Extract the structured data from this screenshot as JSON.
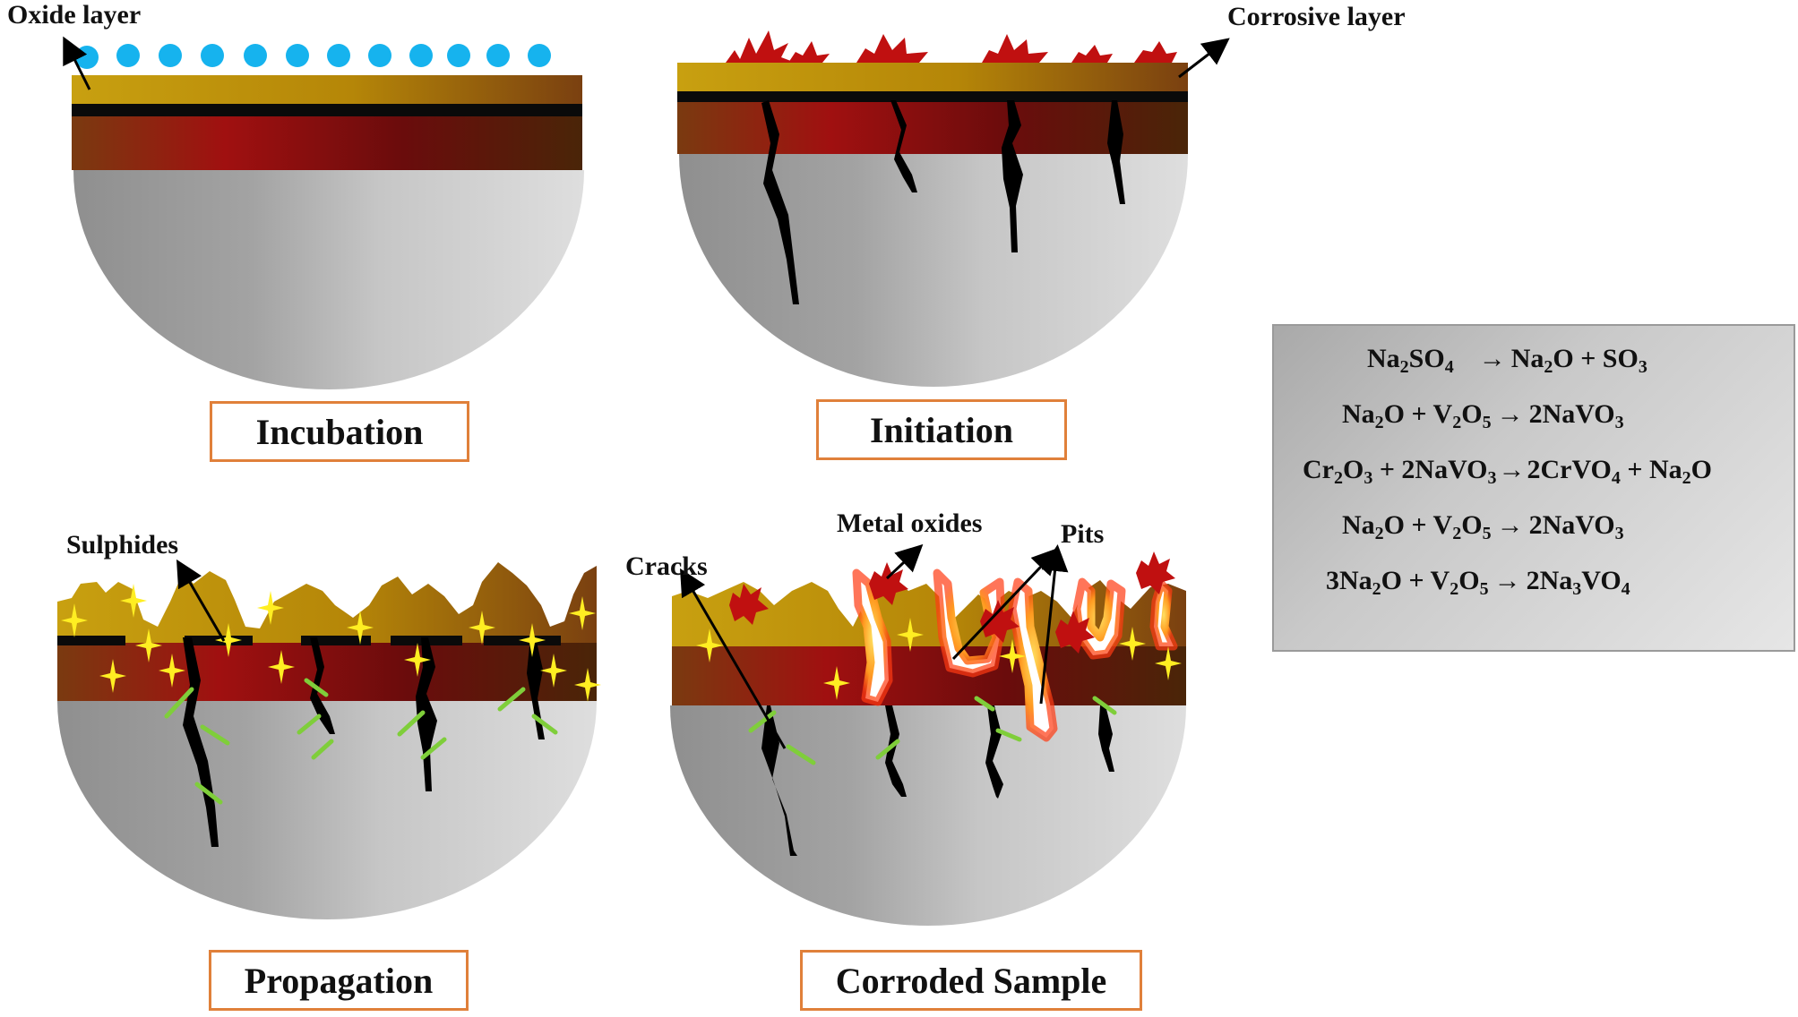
{
  "stages": {
    "incubation": "Incubation",
    "initiation": "Initiation",
    "propagation": "Propagation",
    "corroded": "Corroded Sample"
  },
  "callouts": {
    "oxide_layer": "Oxide layer",
    "corrosive_layer": "Corrosive layer",
    "sulphides": "Sulphides",
    "cracks": "Cracks",
    "metal_oxides": "Metal oxides",
    "pits": "Pits"
  },
  "reactions": [
    {
      "lhs": [
        [
          "Na",
          ""
        ],
        [
          "2",
          "sub"
        ],
        [
          "SO",
          ""
        ],
        [
          "4",
          "sub"
        ]
      ],
      "rhs": [
        [
          "Na",
          ""
        ],
        [
          "2",
          "sub"
        ],
        [
          "O + SO",
          ""
        ],
        [
          "3",
          "sub"
        ]
      ]
    },
    {
      "lhs": [
        [
          "Na",
          ""
        ],
        [
          "2",
          "sub"
        ],
        [
          "O + V",
          ""
        ],
        [
          "2",
          "sub"
        ],
        [
          "O",
          ""
        ],
        [
          "5",
          "sub"
        ]
      ],
      "rhs": [
        [
          "2NaVO",
          ""
        ],
        [
          "3",
          "sub"
        ]
      ]
    },
    {
      "lhs": [
        [
          "Cr",
          ""
        ],
        [
          "2",
          "sub"
        ],
        [
          "O",
          ""
        ],
        [
          "3",
          "sub"
        ],
        [
          " + 2NaVO",
          ""
        ],
        [
          "3",
          "sub"
        ]
      ],
      "rhs": [
        [
          "2CrVO",
          ""
        ],
        [
          "4",
          "sub"
        ],
        [
          " + Na",
          ""
        ],
        [
          "2",
          "sub"
        ],
        [
          "O",
          ""
        ]
      ]
    },
    {
      "lhs": [
        [
          "Na",
          ""
        ],
        [
          "2",
          "sub"
        ],
        [
          "O + V",
          ""
        ],
        [
          "2",
          "sub"
        ],
        [
          "O",
          ""
        ],
        [
          "5",
          "sub"
        ]
      ],
      "rhs": [
        [
          "2NaVO",
          ""
        ],
        [
          "3",
          "sub"
        ]
      ]
    },
    {
      "lhs": [
        [
          "3Na",
          ""
        ],
        [
          "2",
          "sub"
        ],
        [
          "O + V",
          ""
        ],
        [
          "2",
          "sub"
        ],
        [
          "O",
          ""
        ],
        [
          "5",
          "sub"
        ]
      ],
      "rhs": [
        [
          "2Na",
          ""
        ],
        [
          "3",
          "sub"
        ],
        [
          "VO",
          ""
        ],
        [
          "4",
          "sub"
        ]
      ]
    }
  ],
  "colors": {
    "oxide_droplet": "#16b3ee",
    "crack": "#000000",
    "sulphide_star": "#ffee22",
    "pit_glow": "#ff3a12",
    "box_border": "#e0803a"
  }
}
